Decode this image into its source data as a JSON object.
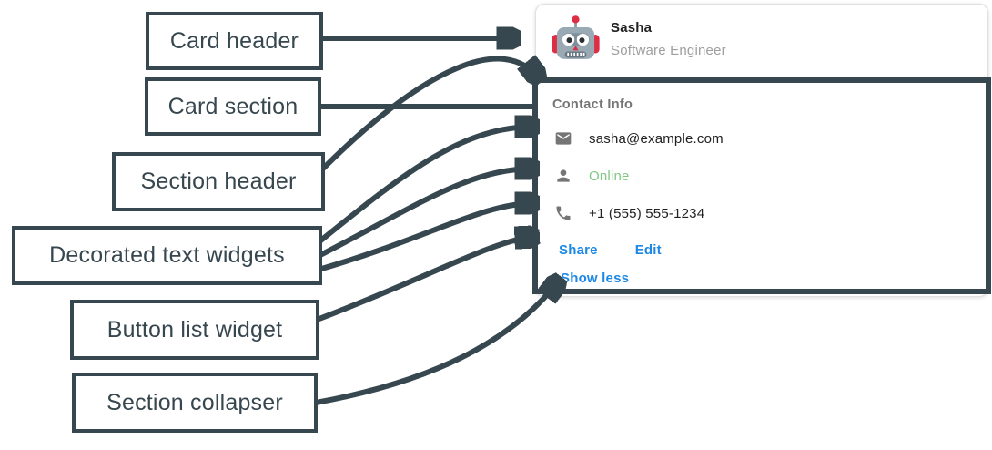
{
  "colors": {
    "annotation_dark": "#37474f",
    "link_blue": "#1e88e5",
    "online_green": "#81c784",
    "muted_gray": "#757575",
    "subtitle_gray": "#9e9e9e",
    "text_dark": "#212121",
    "card_edge": "#e0e0e0"
  },
  "labels": [
    {
      "id": "card-header",
      "text": "Card header"
    },
    {
      "id": "card-section",
      "text": "Card section"
    },
    {
      "id": "section-header",
      "text": "Section header"
    },
    {
      "id": "decorated",
      "text": "Decorated text widgets"
    },
    {
      "id": "button-list",
      "text": "Button list widget"
    },
    {
      "id": "collapser",
      "text": "Section collapser"
    }
  ],
  "card": {
    "header": {
      "name": "Sasha",
      "subtitle": "Software Engineer",
      "avatar": "robot-avatar"
    },
    "section": {
      "title": "Contact Info",
      "rows": [
        {
          "icon": "email-icon",
          "text": "sasha@example.com"
        },
        {
          "icon": "person-icon",
          "text": "Online"
        },
        {
          "icon": "phone-icon",
          "text": "+1 (555) 555-1234"
        }
      ],
      "buttons": [
        {
          "label": "Share"
        },
        {
          "label": "Edit"
        }
      ],
      "collapser_label": "Show less"
    }
  }
}
